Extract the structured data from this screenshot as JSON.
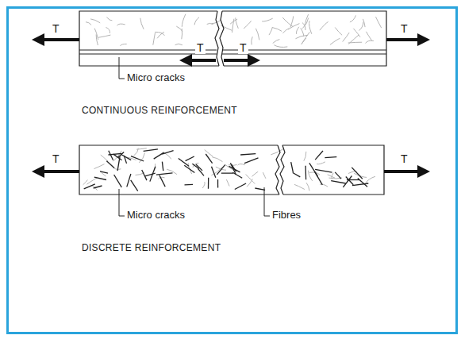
{
  "diagram": {
    "labels": [
      "T",
      "T",
      "T",
      "T",
      "Micro cracks",
      "CONTINUOUS REINFORCEMENT",
      "T",
      "T",
      "Micro cracks",
      "Fibres",
      "DISCRETE REINFORCEMENT"
    ]
  }
}
